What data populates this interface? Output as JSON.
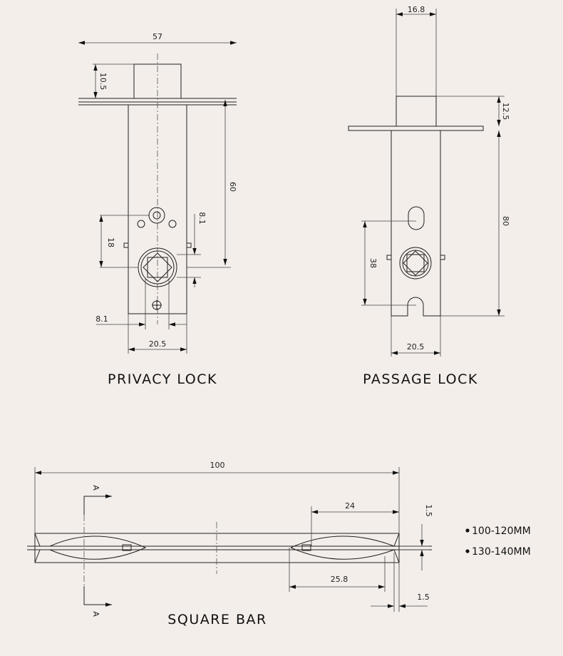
{
  "privacy_lock": {
    "title": "PRIVACY LOCK",
    "dims": {
      "overall_width": "57",
      "spindle_height": "10.5",
      "body_length": "60",
      "hole_offset": "8.1",
      "hub_offset": "18",
      "left_offset": "8.1",
      "body_width": "20.5"
    }
  },
  "passage_lock": {
    "title": "PASSAGE LOCK",
    "dims": {
      "spindle_width": "16.8",
      "spindle_height": "12.5",
      "body_length": "80",
      "slot_spacing": "38",
      "body_width": "20.5"
    }
  },
  "square_bar": {
    "title": "SQUARE BAR",
    "section_label_top": "A",
    "section_label_bottom": "A",
    "dims": {
      "length": "100",
      "taper_length": "24",
      "thickness": "1.5",
      "offset": "25.8",
      "tip": "1.5"
    },
    "options": [
      "100-120MM",
      "130-140MM"
    ]
  }
}
